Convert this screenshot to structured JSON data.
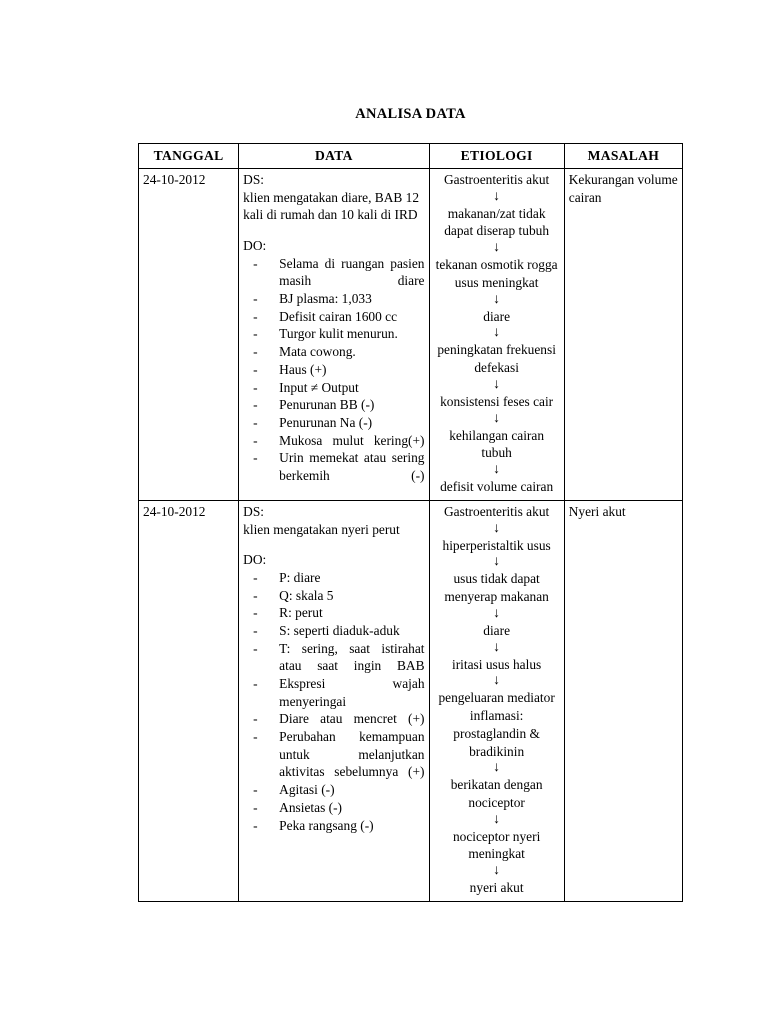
{
  "document": {
    "title": "ANALISA DATA"
  },
  "table": {
    "headers": [
      "TANGGAL",
      "DATA",
      "ETIOLOGI",
      "MASALAH"
    ],
    "rows": [
      {
        "tanggal": "24-10-2012",
        "data": {
          "ds_label": "DS:",
          "ds_text": "klien mengatakan diare, BAB 12 kali di rumah dan 10 kali di IRD",
          "do_label": "DO:",
          "do_items": [
            "Selama di ruangan pasien masih diare",
            "BJ plasma: 1,033",
            "Defisit cairan 1600 cc",
            "Turgor kulit menurun.",
            "Mata cowong.",
            "Haus (+)",
            "Input ≠ Output",
            "Penurunan BB (-)",
            "Penurunan Na (-)",
            "Mukosa mulut kering(+)",
            "Urin memekat atau sering berkemih (-)"
          ]
        },
        "etiologi": {
          "arrow": "↓",
          "steps": [
            "Gastroenteritis akut",
            "makanan/zat tidak dapat diserap tubuh",
            "tekanan osmotik rogga usus meningkat",
            "diare",
            "peningkatan frekuensi defekasi",
            "konsistensi feses cair",
            "kehilangan cairan tubuh",
            "defisit volume cairan"
          ]
        },
        "masalah": "Kekurangan volume cairan"
      },
      {
        "tanggal": "24-10-2012",
        "data": {
          "ds_label": "DS:",
          "ds_text": "klien mengatakan nyeri perut",
          "do_label": "DO:",
          "do_items": [
            "P: diare",
            "Q: skala 5",
            "R: perut",
            "S: seperti diaduk-aduk",
            "T: sering, saat istirahat atau saat ingin BAB",
            "Ekspresi wajah menyeringai",
            "Diare atau mencret (+)",
            "Perubahan kemampuan untuk melanjutkan aktivitas sebelumnya (+)",
            "Agitasi (-)",
            "Ansietas (-)",
            "Peka rangsang (-)"
          ]
        },
        "etiologi": {
          "arrow": "↓",
          "steps": [
            "Gastroenteritis akut",
            "hiperperistaltik usus",
            "usus tidak dapat menyerap makanan",
            "diare",
            "iritasi usus halus",
            "pengeluaran mediator inflamasi: prostaglandin & bradikinin",
            "berikatan dengan nociceptor",
            "nociceptor nyeri meningkat",
            "nyeri akut"
          ]
        },
        "masalah": "Nyeri akut"
      }
    ]
  }
}
